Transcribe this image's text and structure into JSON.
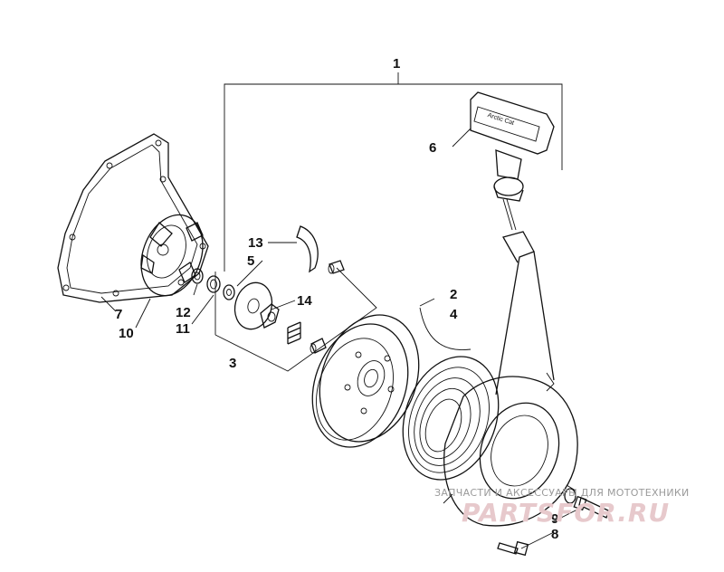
{
  "diagram": {
    "callouts": {
      "c1": "1",
      "c2": "2",
      "c3": "3",
      "c4": "4",
      "c5": "5",
      "c6": "6",
      "c7": "7",
      "c8": "8",
      "c9": "9",
      "c10": "10",
      "c11": "11",
      "c12": "12",
      "c13": "13",
      "c14": "14"
    },
    "handle_marking": "Arctic Cat",
    "watermark": {
      "caption": "ЗАПЧАСТИ И АКСЕССУАРЫ ДЛЯ МОТОТЕХНИКИ",
      "logo": "PARTSFOR.RU"
    }
  }
}
